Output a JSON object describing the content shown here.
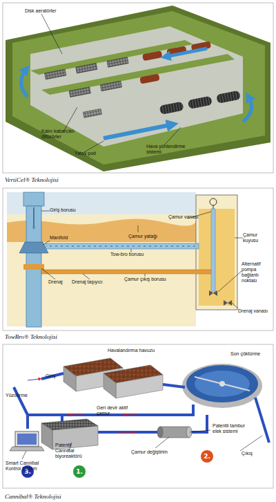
{
  "diagram": {
    "nodes": [
      {
        "text": [
          "VertiCel® Teknolojisi"
        ]
      },
      {
        "text": [
          "TowBro® Teknolojisi"
        ]
      },
      {
        "text": [
          "Cannibal® Teknolojisi"
        ]
      },
      {
        "text": [
          "3."
        ],
        "in": 2
      },
      {
        "text": [
          "1."
        ],
        "in": 2
      },
      {
        "text": [
          "2."
        ],
        "in": 2
      }
    ],
    "labels": [
      "Disk aeratörler",
      "Kalın kabarcıklı difüzörler",
      "Yatay pod",
      "Hava yönlendirme sistemi",
      "Giriş borusu",
      "Manifold",
      "Çamur yatağı",
      "Çamur vanası",
      "Çamur kuyusu",
      "Tow-bro borusu",
      "Alternatif pompa bağlantı noktası",
      "Drenaj",
      "Drenaj taşıyıcı",
      "Çamur çıkış borusu",
      "Drenaj vanası",
      "Havalandırma havuzu",
      "Giriş",
      "Son çöktürme",
      "Yüzdürme",
      "Geri devir aktif çamur",
      "Patentli tambur elek sistemi",
      "Çamur değiştirim",
      "Çıkış",
      "Smart Cannibal Kontrol Sistem",
      "Patentli Cannibal biyoreaktörü"
    ]
  }
}
